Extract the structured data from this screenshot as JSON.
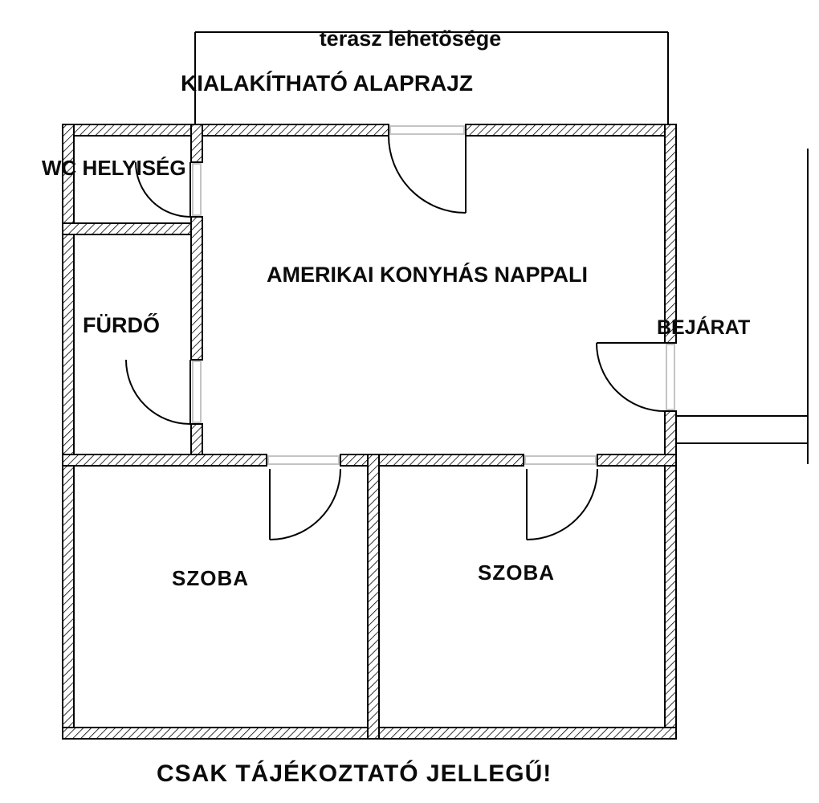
{
  "floorplan": {
    "header": {
      "terrace_label": "terasz lehetősége",
      "title": "KIALAKÍTHATÓ ALAPRAJZ"
    },
    "rooms": {
      "wc": "WC HELYISÉG",
      "living": "AMERIKAI KONYHÁS NAPPALI",
      "bathroom": "FÜRDŐ",
      "entrance": "BEJÁRAT",
      "bedroom_left": "SZOBA",
      "bedroom_right": "SZOBA"
    },
    "footer": {
      "disclaimer": "CSAK TÁJÉKOZTATÓ JELLEGŰ!"
    },
    "colors": {
      "wall": "#000000",
      "door_frame": "#c4c4c4",
      "background": "#ffffff",
      "text": "#0b0b0b"
    }
  }
}
